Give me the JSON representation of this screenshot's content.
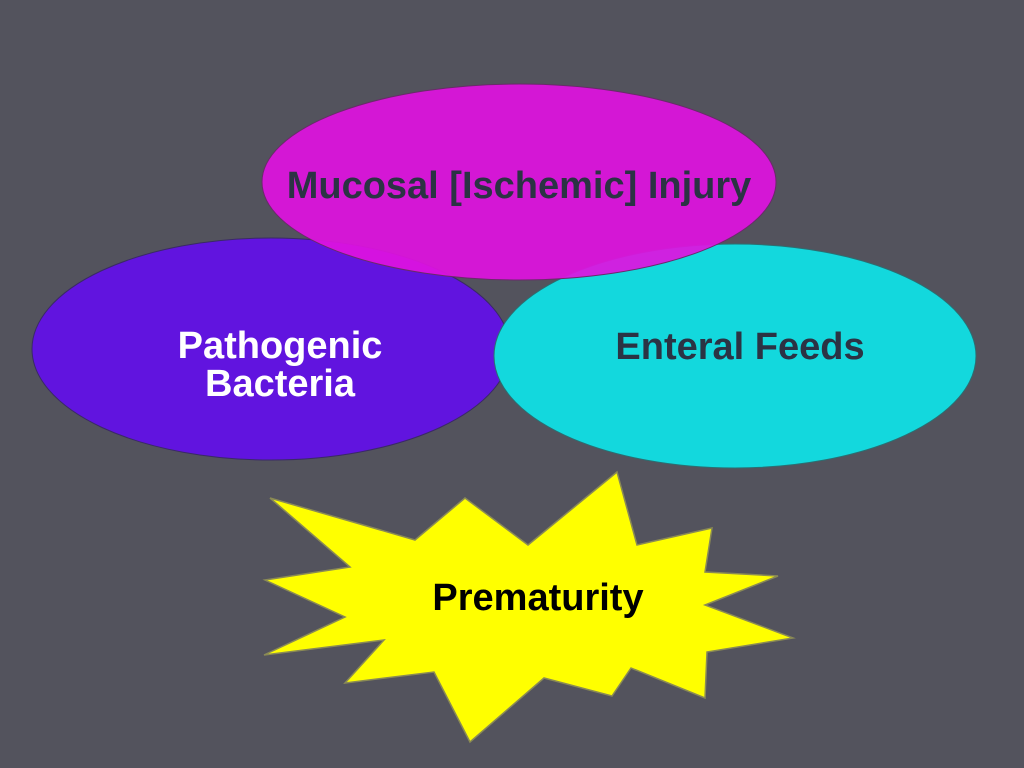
{
  "colors": {
    "background": "#53535d",
    "mucosal_fill": "#df12df",
    "bacteria_fill": "#6114df",
    "feeds_fill": "#13d8dd",
    "burst_fill": "#ffff00",
    "dark_text": "#2b3344",
    "light_text": "#ffffff",
    "black_text": "#000000"
  },
  "diagram": {
    "mucosal": {
      "label": "Mucosal [Ischemic] Injury"
    },
    "bacteria": {
      "line1": "Pathogenic",
      "line2": "Bacteria"
    },
    "feeds": {
      "label": "Enteral Feeds"
    },
    "prematurity": {
      "label": "Prematurity"
    }
  }
}
